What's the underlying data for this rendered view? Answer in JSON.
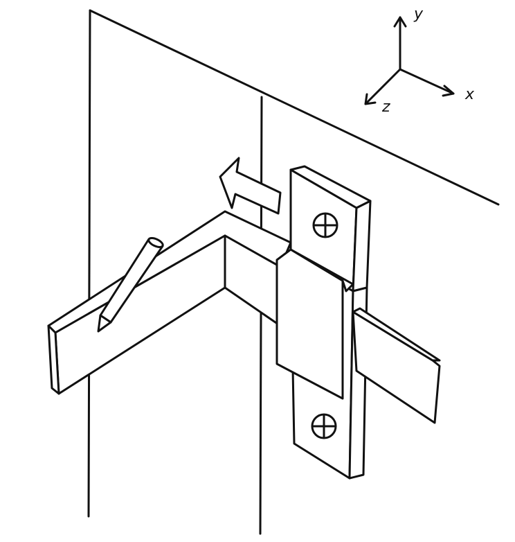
{
  "axes": {
    "y_label": "y",
    "x_label": "x",
    "z_label": "z"
  },
  "colors": {
    "ink": "#111111",
    "paper": "#ffffff"
  }
}
